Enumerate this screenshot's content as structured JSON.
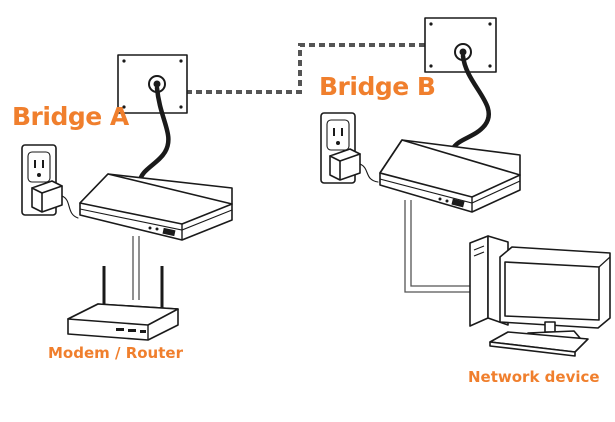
{
  "labels": {
    "bridge_a": "Bridge A",
    "bridge_b": "Bridge B",
    "modem_router": "Modem / Router",
    "network_device": "Network device"
  },
  "colors": {
    "accent": "#f07f2d",
    "line": "#1a1a1a",
    "cable": "#555555",
    "fill": "#ffffff"
  },
  "icons": [
    "wall-coax-outlet-icon",
    "power-outlet-icon",
    "coax-bridge-device-icon",
    "wifi-router-icon",
    "desktop-computer-icon",
    "coax-cable-icon",
    "ethernet-cable-icon"
  ]
}
